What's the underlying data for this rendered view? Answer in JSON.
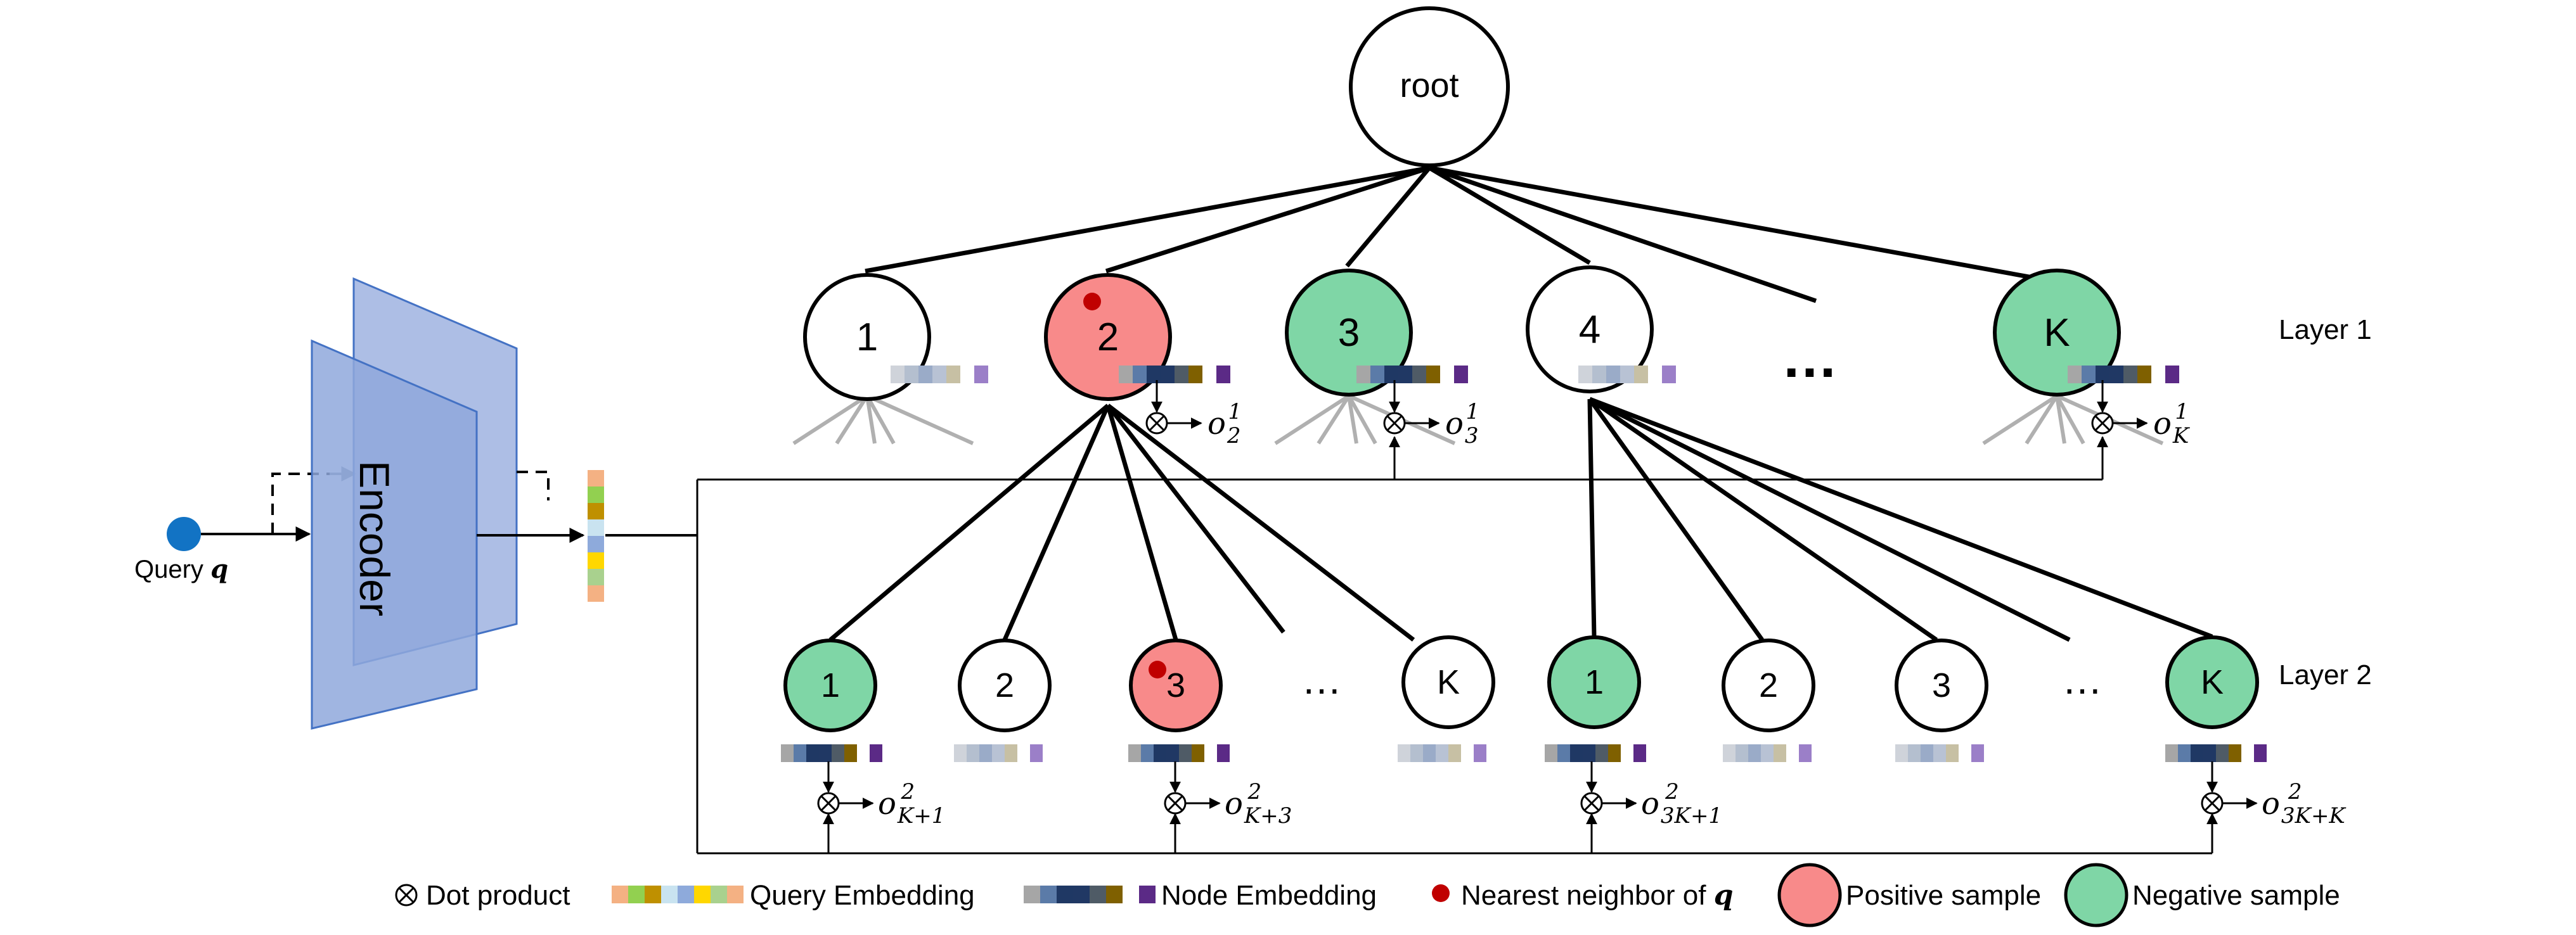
{
  "root": {
    "label": "root"
  },
  "layers": {
    "layer1": "Layer 1",
    "layer2": "Layer 2"
  },
  "query": {
    "label": "Query",
    "symbol": "q"
  },
  "encoder": {
    "label": "Encoder"
  },
  "ellipsis": "…",
  "layer1_nodes": [
    "1",
    "2",
    "3",
    "4",
    "K"
  ],
  "layer2_nodes": [
    "1",
    "2",
    "3",
    "K",
    "1",
    "2",
    "3",
    "K"
  ],
  "outputs_layer1": [
    {
      "base": "o",
      "sub": "2",
      "sup": "1"
    },
    {
      "base": "o",
      "sub": "3",
      "sup": "1"
    },
    {
      "base": "o",
      "sub": "K",
      "sup": "1"
    }
  ],
  "outputs_layer2": [
    {
      "base": "o",
      "sub": "K+1",
      "sup": "2"
    },
    {
      "base": "o",
      "sub": "K+3",
      "sup": "2"
    },
    {
      "base": "o",
      "sub": "3K+1",
      "sup": "2"
    },
    {
      "base": "o",
      "sub": "3K+K",
      "sup": "2"
    }
  ],
  "legend": {
    "dot_product": "Dot product",
    "query_embedding": "Query Embedding",
    "node_embedding": "Node Embedding",
    "nearest_neighbor": "Nearest neighbor of",
    "nearest_neighbor_symbol": "q",
    "positive_sample": "Positive sample",
    "negative_sample": "Negative sample"
  },
  "colors": {
    "positive": "#f88a8a",
    "negative": "#7fd6a6",
    "nearest": "#c00000",
    "query_dot": "#1273c4",
    "encoder_fill": "#8fa8dc",
    "encoder_stroke": "#4472c4",
    "query_embedding": [
      "#f4b183",
      "#92d050",
      "#bf9000",
      "#c9e3f0",
      "#8eaadb",
      "#ffd700",
      "#a9d18e",
      "#f4b183"
    ],
    "node_embedding_strong": [
      "#a6a6a6",
      "#5b7ba8",
      "#1f3864",
      "#203864",
      "#4f5b66",
      "#7f6000",
      "#ffffff",
      "#5b2a86"
    ],
    "node_embedding_weak": [
      "#cfd3da",
      "#b4bfcf",
      "#9aabc8",
      "#b8c2d4",
      "#c7c0a4",
      "#ffffff",
      "#9b7fc8"
    ]
  }
}
